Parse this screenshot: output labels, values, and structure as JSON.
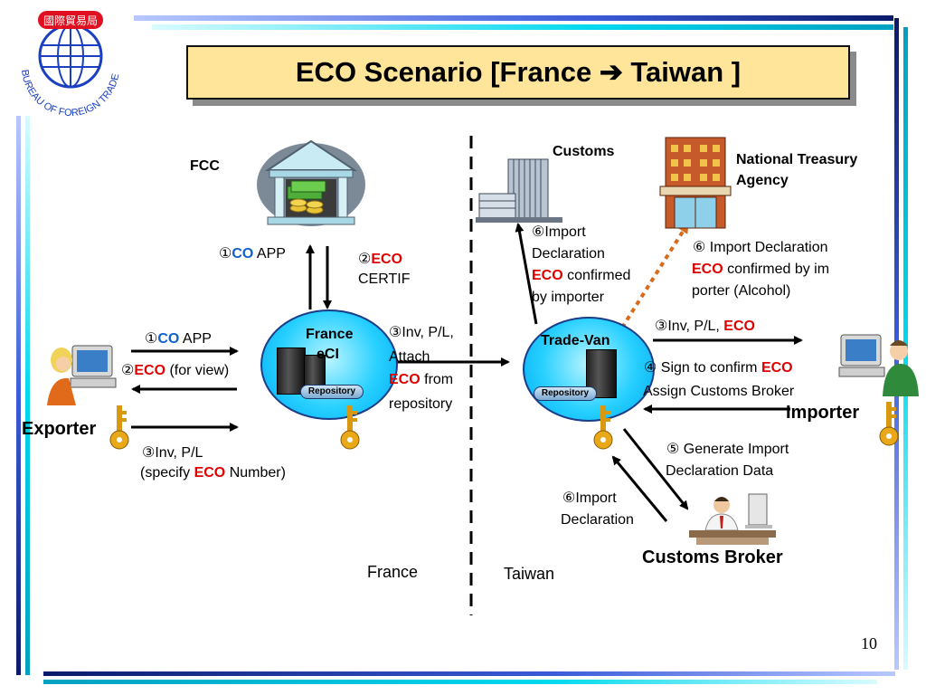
{
  "logo": {
    "chinese": "國際貿易局",
    "english": "BUREAU OF FOREIGN TRADE"
  },
  "title": "ECO Scenario [France ➔ Taiwan ]",
  "entities": {
    "fcc": "FCC",
    "customs": "Customs",
    "treasury_line1": "National Treasury",
    "treasury_line2": "Agency",
    "france_eci_line1": "France",
    "france_eci_line2": "eCI",
    "trade_van": "Trade-Van",
    "repository": "Repository",
    "exporter": "Exporter",
    "importer": "Importer",
    "customs_broker": "Customs Broker"
  },
  "regions": {
    "france": "France",
    "taiwan": "Taiwan"
  },
  "steps": {
    "fcc_co_num": "①",
    "fcc_co_eco": "CO",
    "fcc_co_app": " APP",
    "fcc_cert_num": "②",
    "fcc_cert_eco": "ECO",
    "fcc_cert_text": "CERTIF",
    "exp_co_num": "①",
    "exp_co_eco": "CO",
    "exp_co_app": " APP",
    "exp_view_num": "②",
    "exp_view_eco": "ECO",
    "exp_view_text": " (for view)",
    "exp_inv_line1": "③Inv, P/L",
    "exp_inv_line2a": "(specify ",
    "exp_inv_eco": "ECO",
    "exp_inv_line2b": " Number)",
    "attach_line1": "③Inv, P/L,",
    "attach_line2": "Attach",
    "attach_eco": "ECO",
    "attach_from": " from",
    "attach_line4": "repository",
    "cust_line1": "⑥Import",
    "cust_line2": "Declaration",
    "cust_eco": "ECO",
    "cust_confirmed": " confirmed",
    "cust_line4": "by importer",
    "treas_line1": "⑥ Import Declaration",
    "treas_eco": "ECO",
    "treas_confirmed": " confirmed by im",
    "treas_line3": "porter (Alcohol)",
    "imp_inv_text": "③Inv, P/L, ",
    "imp_inv_eco": "ECO",
    "sign_text": "④  Sign to confirm ",
    "sign_eco": "ECO",
    "assign_text": "Assign Customs Broker",
    "gen_line1": "⑤  Generate Import",
    "gen_line2": "Declaration Data",
    "broker_line1": "⑥Import",
    "broker_line2": "Declaration"
  },
  "page_number": "10",
  "colors": {
    "eco_red": "#e00000",
    "co_blue": "#1060d0",
    "title_fill": "#ffe59a",
    "node_cyan": "#27d0ff",
    "dotted_arrow": "#d86a1a"
  }
}
